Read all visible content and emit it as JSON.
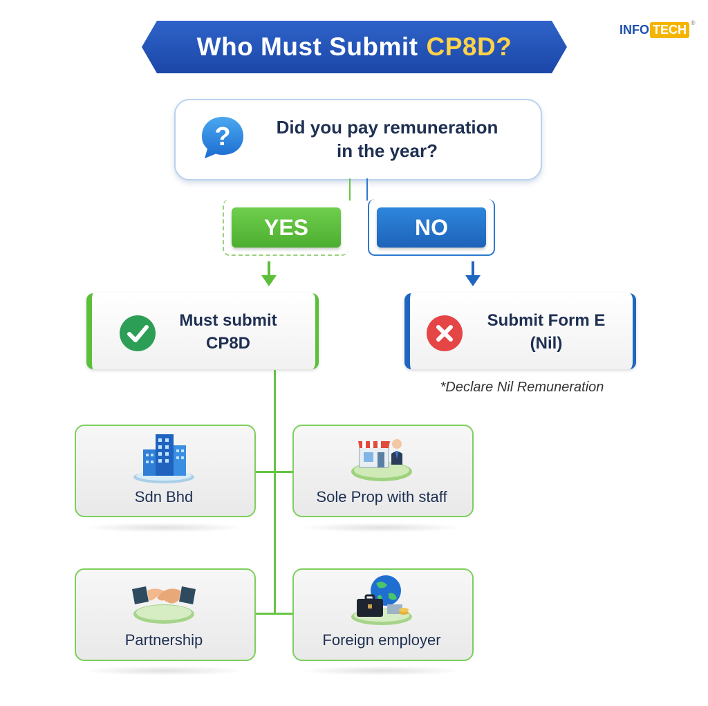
{
  "title": {
    "main": "Who Must Submit",
    "highlight": "CP8D?"
  },
  "logo": {
    "part1": "INFO",
    "part2": "TECH",
    "mark": "®"
  },
  "question": {
    "line1": "Did you pay remuneration",
    "line2": "in the year?",
    "icon": "question-bubble-icon"
  },
  "choices": {
    "yes": "YES",
    "no": "NO"
  },
  "results": {
    "yes": {
      "line1": "Must submit",
      "line2": "CP8D",
      "icon": "check-circle-icon"
    },
    "no": {
      "line1": "Submit Form E",
      "line2": "(Nil)",
      "icon": "x-circle-icon"
    },
    "note": "*Declare Nil Remuneration"
  },
  "entities": [
    {
      "label": "Sdn Bhd",
      "icon": "office-building-icon"
    },
    {
      "label": "Sole Prop with staff",
      "icon": "shop-owner-icon"
    },
    {
      "label": "Partnership",
      "icon": "handshake-icon"
    },
    {
      "label": "Foreign employer",
      "icon": "globe-briefcase-icon"
    }
  ],
  "colors": {
    "green": "#5bbf3a",
    "blue": "#1f66c0",
    "navy": "#1e2f52",
    "gold": "#ffd24a"
  }
}
